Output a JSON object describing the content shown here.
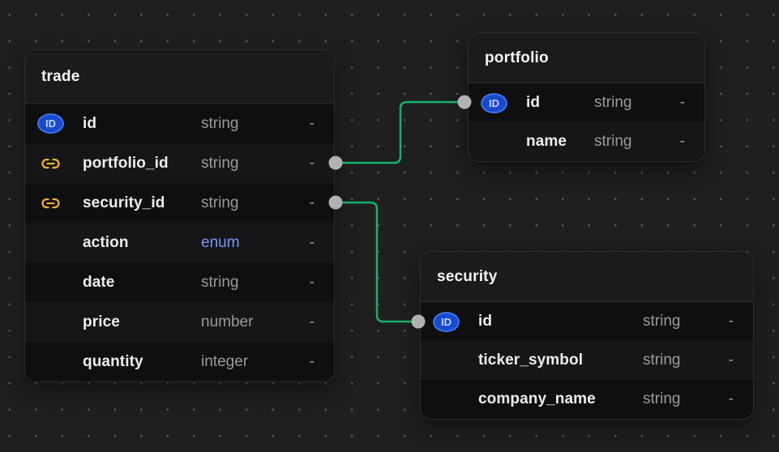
{
  "canvas": {
    "bg": "#1f1f20",
    "dot_color": "#59595b"
  },
  "colors": {
    "canvas_bg": "#1f1f20",
    "dot_color": "#59595b",
    "header_bg": "#1b1b1d",
    "row_dark": "#0f0f10",
    "row_light": "#161618",
    "title_text": "#f5f5f6",
    "field_text": "#ededef",
    "type_text": "#9a9a9e",
    "enum_text": "#7b96f7",
    "accent_line": "#16b364",
    "connector_dot": "#b2b2b5",
    "pk_badge_fill": "#1a49cb",
    "pk_badge_border": "#4272e8",
    "pk_badge_text": "#bdd2fa",
    "fk_icon": "#eeb12f"
  },
  "icons": {
    "pk_label": "ID"
  },
  "tables": [
    {
      "title": "trade",
      "fields": [
        {
          "name": "id",
          "type": "string",
          "nullable": "-",
          "key": "pk"
        },
        {
          "name": "portfolio_id",
          "type": "string",
          "nullable": "-",
          "key": "fk"
        },
        {
          "name": "security_id",
          "type": "string",
          "nullable": "-",
          "key": "fk"
        },
        {
          "name": "action",
          "type": "enum",
          "nullable": "-",
          "key": null
        },
        {
          "name": "date",
          "type": "string",
          "nullable": "-",
          "key": null
        },
        {
          "name": "price",
          "type": "number",
          "nullable": "-",
          "key": null
        },
        {
          "name": "quantity",
          "type": "integer",
          "nullable": "-",
          "key": null
        }
      ]
    },
    {
      "title": "portfolio",
      "fields": [
        {
          "name": "id",
          "type": "string",
          "nullable": "-",
          "key": "pk"
        },
        {
          "name": "name",
          "type": "string",
          "nullable": "-",
          "key": null
        }
      ]
    },
    {
      "title": "security",
      "fields": [
        {
          "name": "id",
          "type": "string",
          "nullable": "-",
          "key": "pk"
        },
        {
          "name": "ticker_symbol",
          "type": "string",
          "nullable": "-",
          "key": null
        },
        {
          "name": "company_name",
          "type": "string",
          "nullable": "-",
          "key": null
        }
      ]
    }
  ],
  "relationships": [
    {
      "from": "trade.portfolio_id",
      "to": "portfolio.id"
    },
    {
      "from": "trade.security_id",
      "to": "security.id"
    }
  ]
}
